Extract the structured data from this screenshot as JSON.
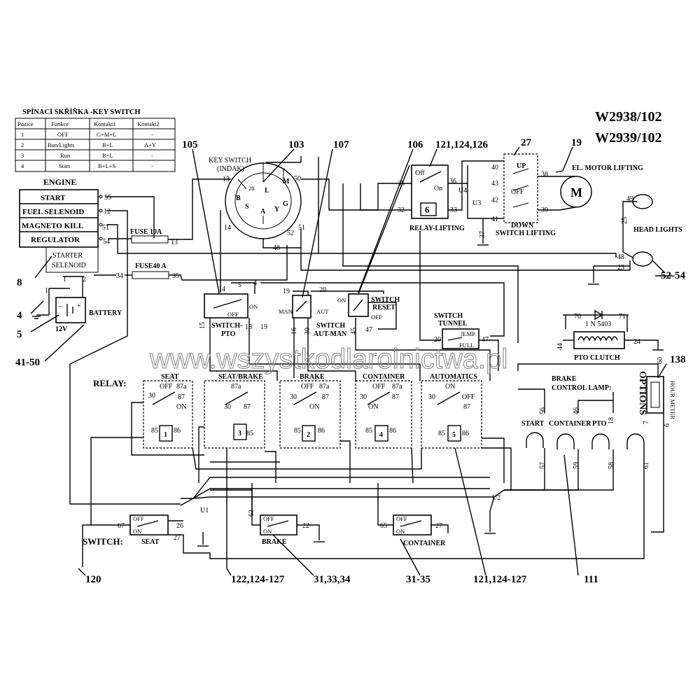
{
  "models": {
    "line1": "W2938/102",
    "line2": "W2939/102"
  },
  "watermark": "www.wszystkodlarolnictwa.pl",
  "key_table": {
    "title": "SPÍNACÍ SKŘÍŇKA -KEY SWITCH",
    "headers": [
      "Pozice",
      "Funkce",
      "Kontakt1",
      "Kontakt2"
    ],
    "rows": [
      [
        "1",
        "OFF",
        "G+M+L",
        "-"
      ],
      [
        "2",
        "Run/Lights",
        "B+L",
        "A+Y"
      ],
      [
        "3",
        "Run",
        "B+L",
        "-"
      ],
      [
        "4",
        "Start",
        "B+L+S",
        "-"
      ]
    ]
  },
  "engine": {
    "title": "ENGINE",
    "rows": [
      {
        "label": "START",
        "pin": "55"
      },
      {
        "label": "FUEL SELENOID",
        "pin": "12"
      },
      {
        "label": "MAGNETO KILL",
        "pin": "51"
      },
      {
        "label": "REGULATOR",
        "pin": "54"
      }
    ],
    "starter_l1": "STARTER",
    "starter_l2": "SELENOID",
    "starter_pins": [
      "1",
      "2"
    ]
  },
  "battery": {
    "label": "BATTERY",
    "voltage": "12V"
  },
  "fuses": [
    {
      "label": "FUSE 10A",
      "pin": "13"
    },
    {
      "label": "FUSE40 A",
      "left_pin": "34",
      "pin": "35"
    }
  ],
  "key_switch": {
    "title_l1": "KEY SWITCH",
    "title_l2": "(INDAK)",
    "terminals": [
      "L",
      "M",
      "B",
      "S",
      "A",
      "Y",
      "G"
    ],
    "pins": [
      "13",
      "50",
      "28",
      "14",
      "52",
      "51",
      "48"
    ]
  },
  "relay_lifting": {
    "label": "RELAY-LIFTING",
    "off": "Off",
    "on": "On",
    "number": "6",
    "pins": [
      "35",
      "36",
      "32",
      "33"
    ],
    "u4": "U4"
  },
  "switch_lifting": {
    "label": "SWITCH LIFTING",
    "up": "UP",
    "off": "OFF",
    "down": "DOWN",
    "pins": [
      "40",
      "38",
      "43",
      "42",
      "41",
      "39",
      "37"
    ],
    "u3": "U3"
  },
  "motor": {
    "label": "EL. MOTOR LIFTING",
    "symbol": "M"
  },
  "head_lights": {
    "label": "HEAD LIGHTS",
    "pins": [
      "49",
      "25",
      "48",
      "23"
    ]
  },
  "switches_top": [
    {
      "label_l1": "SWITCH-",
      "label_l2": "PTO",
      "pins": [
        "14",
        "5",
        "4",
        "15",
        "18",
        "19"
      ],
      "on": "ON",
      "off": "OFF"
    },
    {
      "label_l1": "SWITCH",
      "label_l2": "AUT-MAN",
      "pins": [
        "19",
        "20",
        "16",
        "30"
      ],
      "man": "MAN",
      "aut": "AUT"
    },
    {
      "label_l1": "SWITCH",
      "label_l2": "RESET",
      "pins": [
        "45",
        "47"
      ],
      "on": "ON",
      "off": "OFF"
    }
  ],
  "switch_tunnel": {
    "label_l1": "SWITCH",
    "label_l2": "TUNNEL",
    "jemp": "JEMP",
    "full": "FULL",
    "pins": [
      "20",
      "47"
    ]
  },
  "pto_clutch": {
    "label": "PTO CLUTCH",
    "diode": "1 N 5403",
    "pins": [
      "70",
      "71",
      "44",
      "24"
    ]
  },
  "relay_section": {
    "title": "RELAY:",
    "relays": [
      {
        "name": "SEAT",
        "num": "1"
      },
      {
        "name": "SEAT/BRAKE",
        "num": "3"
      },
      {
        "name": "BRAKE",
        "num": "2"
      },
      {
        "name": "CONTAINER",
        "num": "4"
      },
      {
        "name": "AUTOMATICS",
        "num": "5"
      }
    ],
    "contact_labels": [
      "30",
      "87",
      "87a",
      "85",
      "86",
      "OFF",
      "ON"
    ]
  },
  "bottom_switches": {
    "title": "SWITCH:",
    "items": [
      {
        "label": "SEAT",
        "pins": [
          "67",
          "26",
          "27"
        ]
      },
      {
        "label": "BRAKE",
        "pins": [
          "63",
          "22"
        ]
      },
      {
        "label": "CONTAINER",
        "pins": [
          "65",
          "27"
        ]
      }
    ]
  },
  "brake_lamp": {
    "l1": "BRAKE",
    "l2": "CONTROL LAMP:"
  },
  "lamps": [
    {
      "label": "START",
      "pins": [
        "56",
        "57"
      ]
    },
    {
      "label": "CONTAINER",
      "pins": [
        "46",
        "59"
      ]
    },
    {
      "label": "PTO",
      "pins": [
        "18",
        "58"
      ]
    },
    {
      "label": "",
      "pins": [
        "7",
        "61"
      ]
    }
  ],
  "options": {
    "label": "OPTIONS",
    "hour_meter": "HOUR METER",
    "pins": [
      "60",
      "6"
    ]
  },
  "junctions": {
    "u1": "U1",
    "u2": "U2"
  },
  "refs": [
    "105",
    "103",
    "107",
    "106",
    "121,124,126",
    "27",
    "19",
    "138",
    "8",
    "4",
    "5",
    "41-50",
    "52-54",
    "120",
    "122,124-127",
    "31,33,34",
    "31-35",
    "121,124-127",
    "111"
  ]
}
